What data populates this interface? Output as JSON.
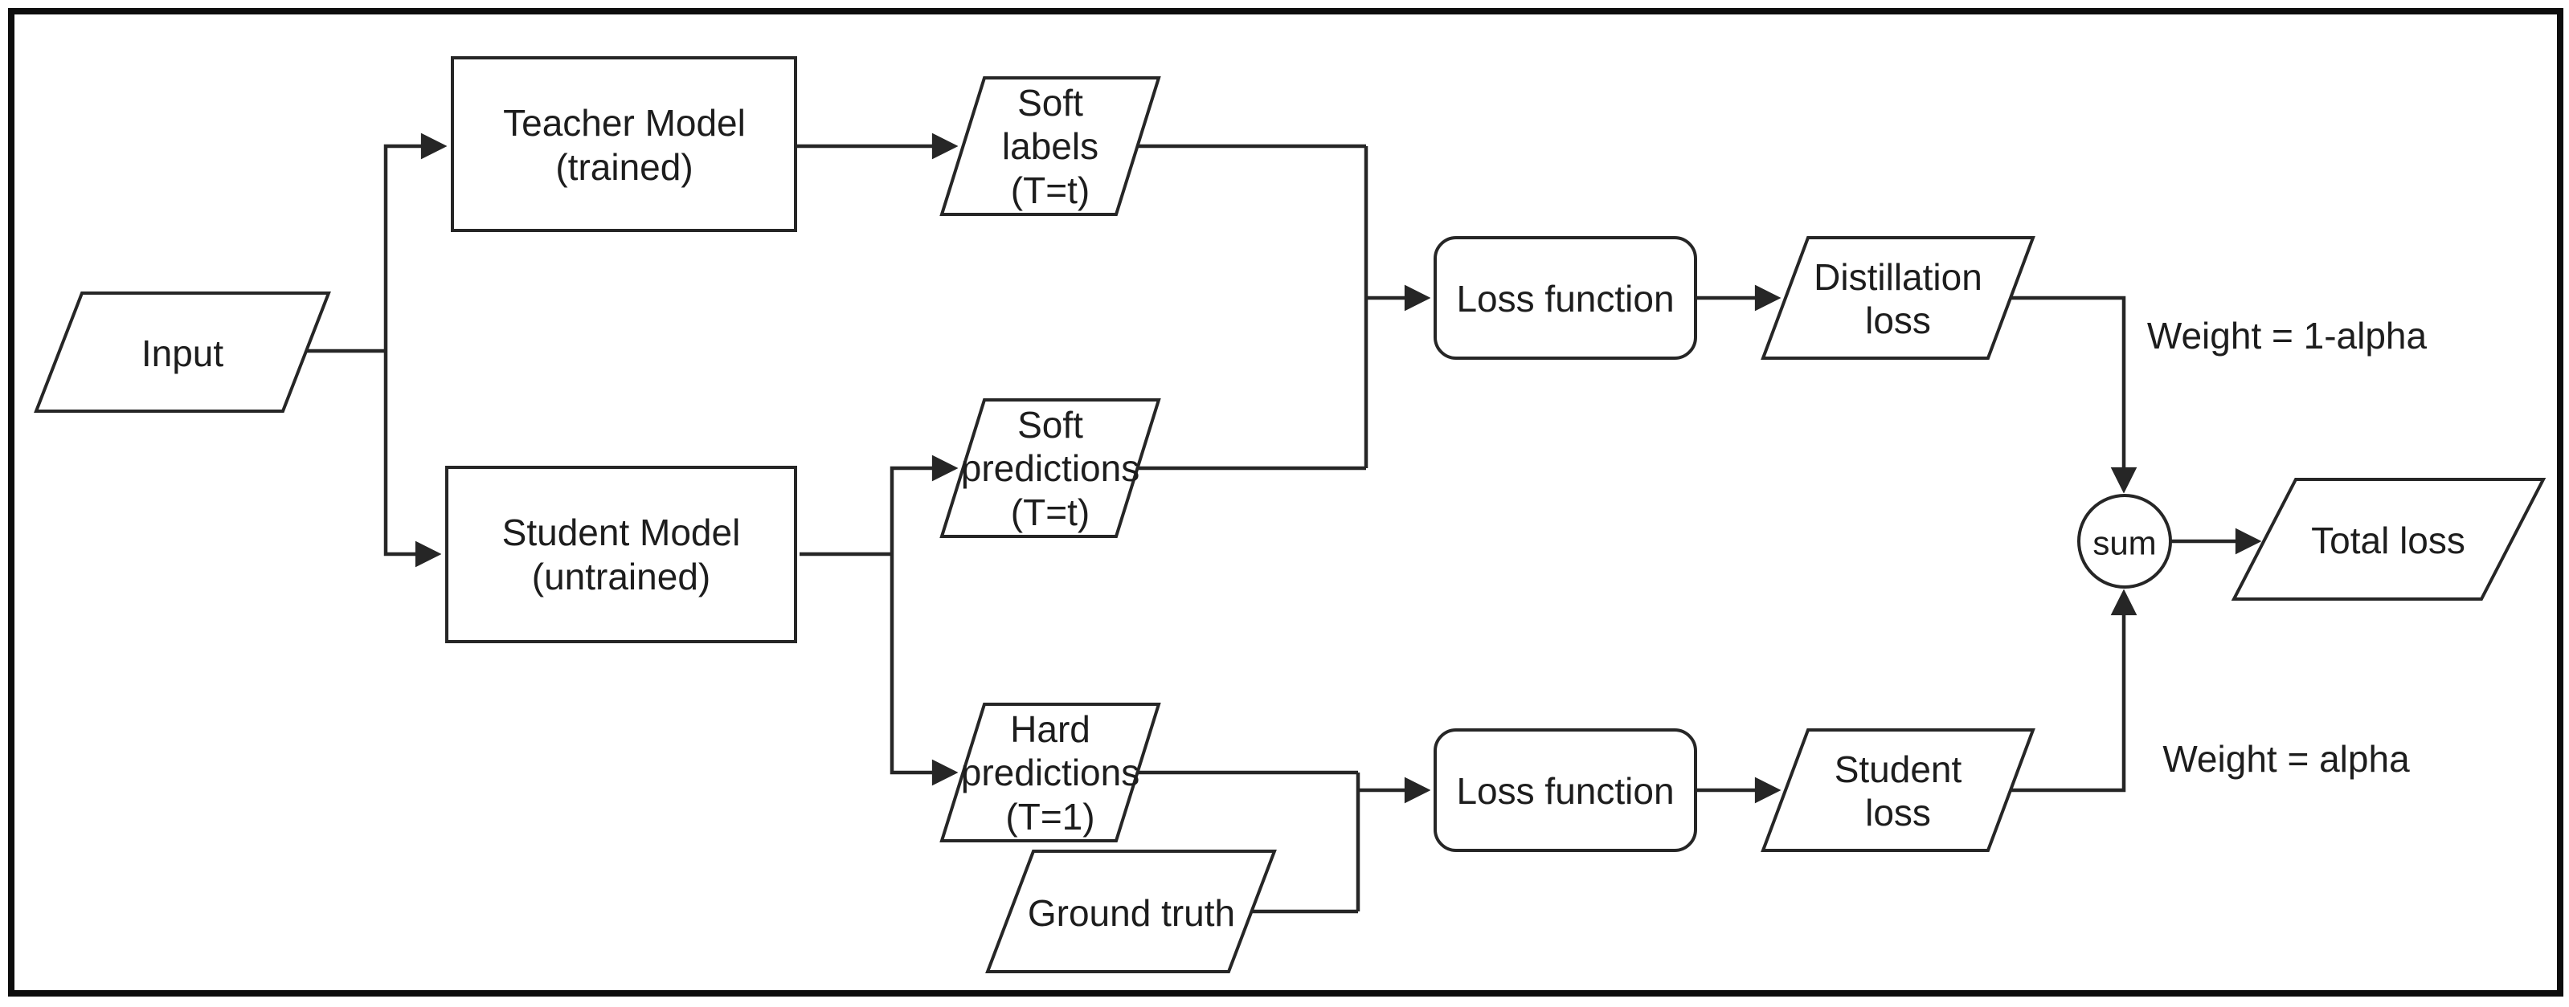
{
  "diagram": {
    "nodes": {
      "input": {
        "label": "Input"
      },
      "teacher": {
        "lines": [
          "Teacher Model",
          "(trained)"
        ]
      },
      "student": {
        "lines": [
          "Student Model",
          "(untrained)"
        ]
      },
      "soft_labels": {
        "lines": [
          "Soft",
          "labels",
          "(T=t)"
        ]
      },
      "soft_predictions": {
        "lines": [
          "Soft",
          "predictions",
          "(T=t)"
        ]
      },
      "hard_predictions": {
        "lines": [
          "Hard",
          "predictions",
          "(T=1)"
        ]
      },
      "ground_truth": {
        "label": "Ground truth"
      },
      "loss_function_top": {
        "label": "Loss function"
      },
      "loss_function_bottom": {
        "label": "Loss function"
      },
      "distillation_loss": {
        "lines": [
          "Distillation",
          "loss"
        ]
      },
      "student_loss": {
        "lines": [
          "Student",
          "loss"
        ]
      },
      "sum": {
        "label": "sum"
      },
      "total_loss": {
        "label": "Total loss"
      }
    },
    "annotations": {
      "weight_distillation": "Weight = 1-alpha",
      "weight_student": "Weight = alpha"
    },
    "colors": {
      "stroke": "#262626",
      "node_fill": "#ffffff",
      "background": "#ffffff",
      "border": "#0d0d0d",
      "text": "#1d1d1d"
    }
  }
}
